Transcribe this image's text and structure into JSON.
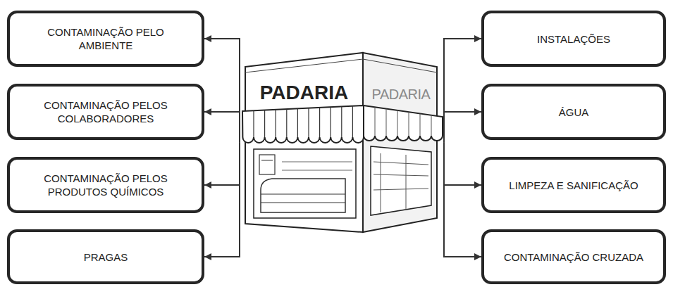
{
  "diagram": {
    "nodes": [
      {
        "text": [
          "PADARIA",
          "PADARIA"
        ]
      },
      {
        "text": [
          "CONTAMINAÇÃO PELO AMBIENTE"
        ]
      },
      {
        "text": [
          "CONTAMINAÇÃO PELOS COLABORADORES"
        ]
      },
      {
        "text": [
          "CONTAMINAÇÃO PELOS PRODUTOS QUÍMICOS"
        ]
      },
      {
        "text": [
          "PRAGAS"
        ]
      },
      {
        "text": [
          "INSTALAÇÕES"
        ]
      },
      {
        "text": [
          "ÁGUA"
        ]
      },
      {
        "text": [
          "LIMPEZA E SANIFICAÇÃO"
        ]
      },
      {
        "text": [
          "CONTAMINAÇÃO CRUZADA"
        ]
      }
    ],
    "edges": [
      {
        "from": 0,
        "to": 1,
        "arrow": "to"
      },
      {
        "from": 0,
        "to": 2,
        "arrow": "to"
      },
      {
        "from": 0,
        "to": 3,
        "arrow": "to"
      },
      {
        "from": 0,
        "to": 4,
        "arrow": "to"
      },
      {
        "from": 0,
        "to": 5,
        "arrow": "to"
      },
      {
        "from": 0,
        "to": 6,
        "arrow": "to"
      },
      {
        "from": 0,
        "to": 7,
        "arrow": "to"
      },
      {
        "from": 0,
        "to": 8,
        "arrow": "to"
      }
    ]
  }
}
